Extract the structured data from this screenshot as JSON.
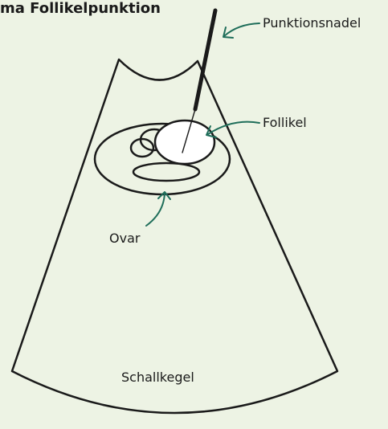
{
  "title": "ma Follikelpunktion",
  "labels": {
    "needle": "Punktionsnadel",
    "follicle": "Follikel",
    "ovary": "Ovar",
    "sound_cone": "Schallkegel"
  },
  "colors": {
    "background": "#EDF3E4",
    "outline": "#1A1A1A",
    "arrow": "#1F6E5A",
    "follicle_fill": "#FFFFFF"
  }
}
